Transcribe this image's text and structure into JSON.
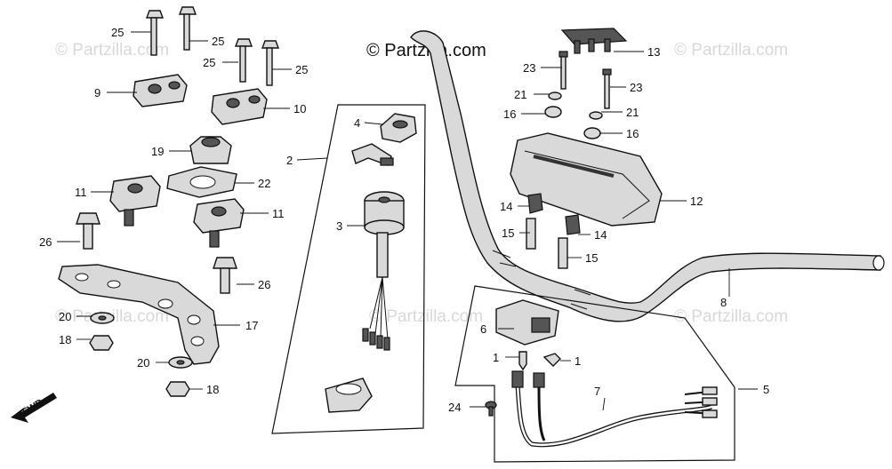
{
  "header": {
    "brand": "© Partzilla.com"
  },
  "watermarks": [
    "© Partzilla.com",
    "© Partzilla.com",
    "© Partzilla.com",
    "© Partzilla.com",
    "© Partzilla.com"
  ],
  "orientation": {
    "label": "FWD"
  },
  "callouts": {
    "c1a": "1",
    "c1b": "1",
    "c2": "2",
    "c3": "3",
    "c4": "4",
    "c5": "5",
    "c6": "6",
    "c7": "7",
    "c8": "8",
    "c9": "9",
    "c10": "10",
    "c11a": "11",
    "c11b": "11",
    "c12": "12",
    "c13": "13",
    "c14a": "14",
    "c14b": "14",
    "c15a": "15",
    "c15b": "15",
    "c16a": "16",
    "c16b": "16",
    "c17": "17",
    "c18a": "18",
    "c18b": "18",
    "c19": "19",
    "c20a": "20",
    "c20b": "20",
    "c21a": "21",
    "c21b": "21",
    "c22": "22",
    "c23a": "23",
    "c23b": "23",
    "c24": "24",
    "c25a": "25",
    "c25b": "25",
    "c25c": "25",
    "c25d": "25",
    "c26a": "26",
    "c26b": "26"
  }
}
